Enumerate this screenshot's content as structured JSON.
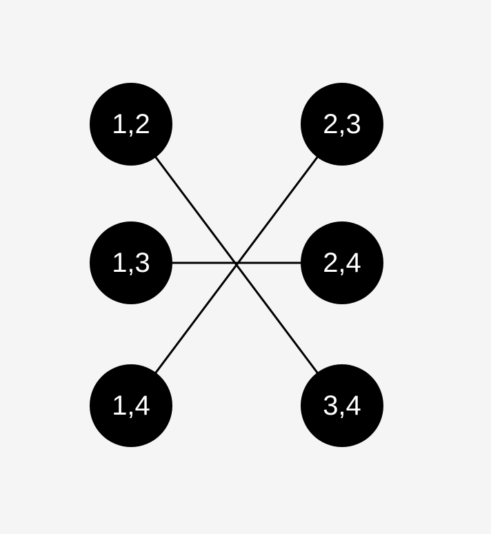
{
  "diagram": {
    "background": "#f5f5f5",
    "node_color": "#000000",
    "label_color": "#ffffff",
    "edge_color": "#000000",
    "nodes": [
      {
        "id": "n12",
        "label": "1,2"
      },
      {
        "id": "n23",
        "label": "2,3"
      },
      {
        "id": "n13",
        "label": "1,3"
      },
      {
        "id": "n24",
        "label": "2,4"
      },
      {
        "id": "n14",
        "label": "1,4"
      },
      {
        "id": "n34",
        "label": "3,4"
      }
    ],
    "edges": [
      {
        "from": "n12",
        "to": "n34"
      },
      {
        "from": "n13",
        "to": "n24"
      },
      {
        "from": "n14",
        "to": "n23"
      }
    ]
  }
}
